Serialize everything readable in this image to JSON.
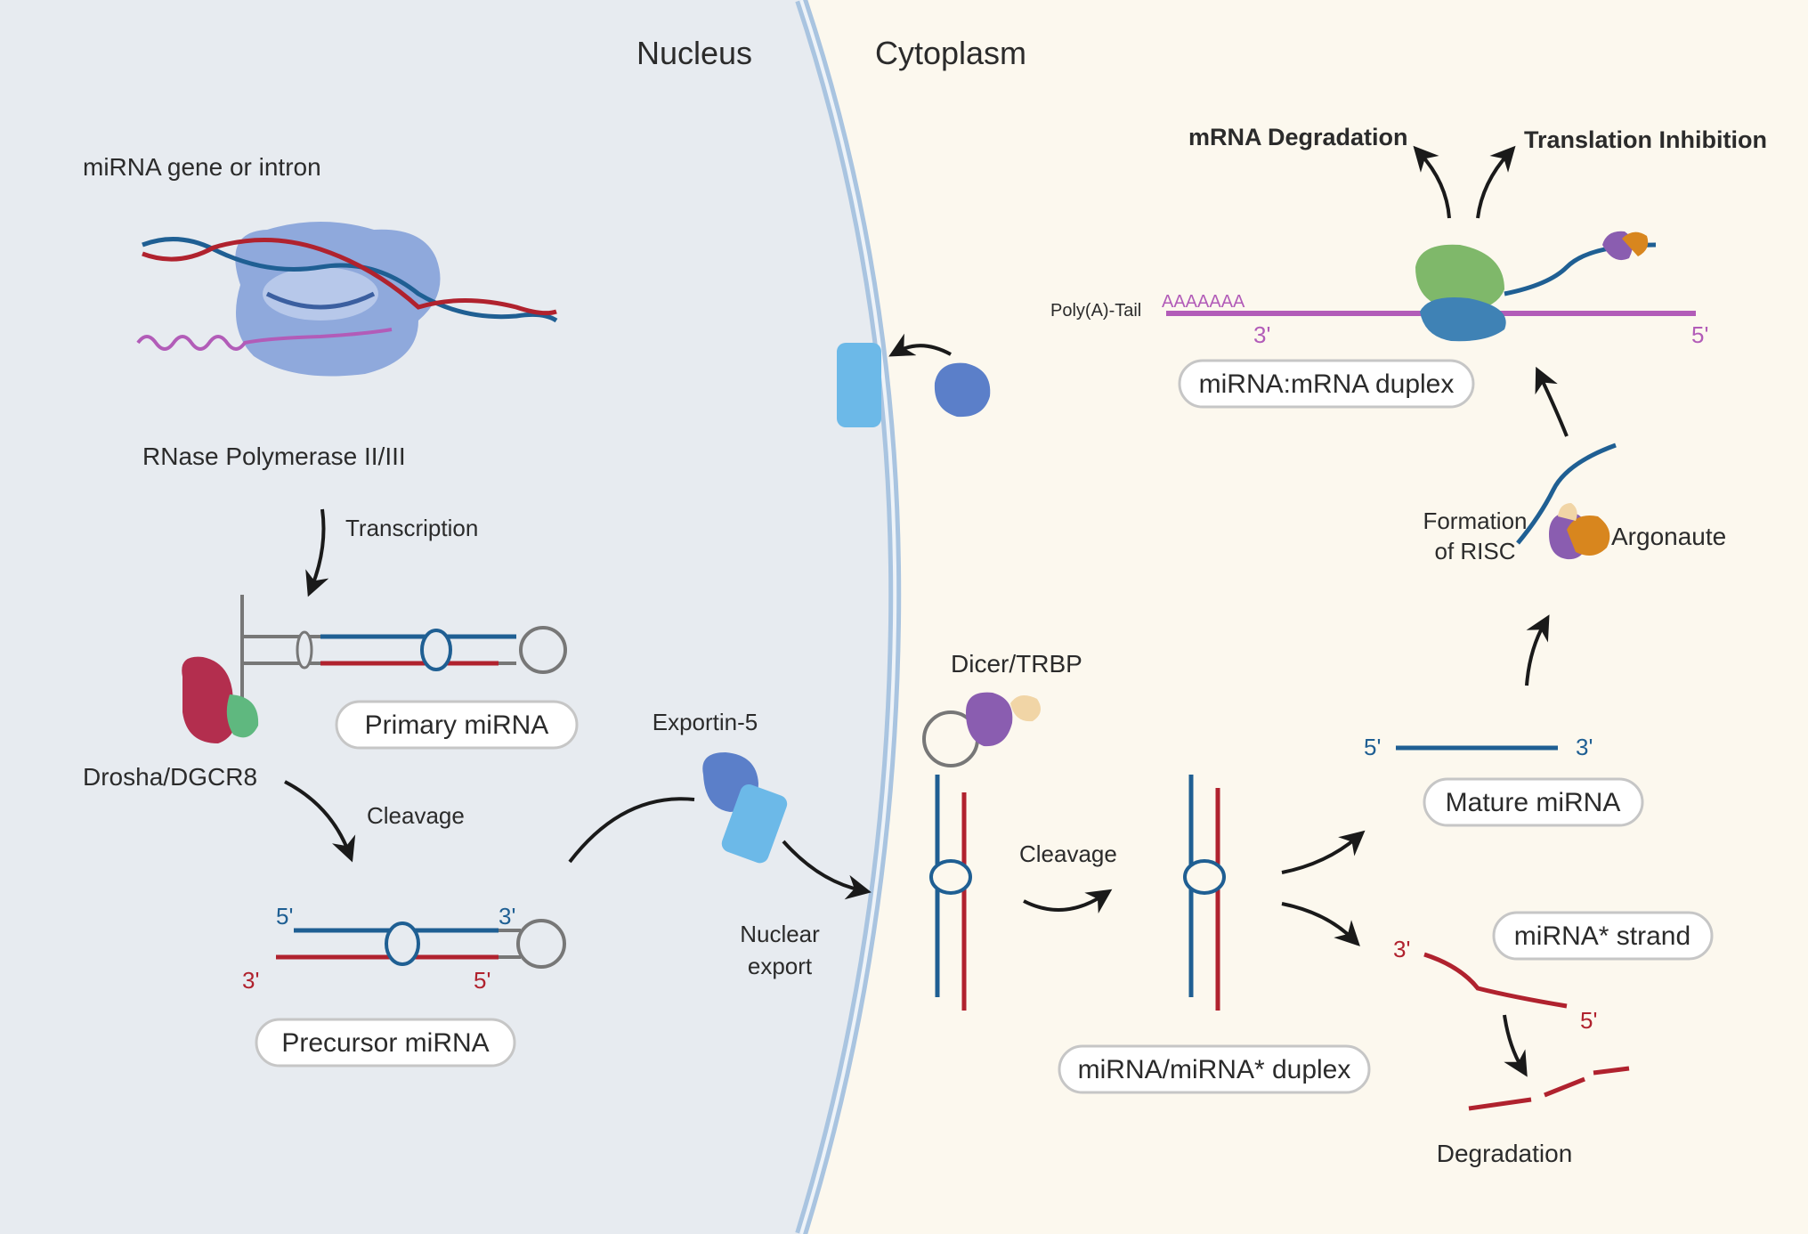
{
  "regions": {
    "nucleus": "Nucleus",
    "cytoplasm": "Cytoplasm"
  },
  "labels": {
    "gene": "miRNA gene or intron",
    "polymerase": "RNase Polymerase II/III",
    "transcription": "Transcription",
    "drosha": "Drosha/DGCR8",
    "cleavage_nucleus": "Cleavage",
    "exportin": "Exportin-5",
    "nuclear_export_1": "Nuclear",
    "nuclear_export_2": "export",
    "dicer": "Dicer/TRBP",
    "cleavage_cytoplasm": "Cleavage",
    "risc_1": "Formation",
    "risc_2": "of RISC",
    "argonaute": "Argonaute",
    "mrna_degradation": "mRNA Degradation",
    "translation_inhibition": "Translation Inhibition",
    "polya": "Poly(A)-Tail",
    "polya_seq": "AAAAAAA",
    "degradation": "Degradation"
  },
  "boxes": {
    "primary": "Primary miRNA",
    "precursor": "Precursor miRNA",
    "duplex": "miRNA/miRNA* duplex",
    "mature": "Mature miRNA",
    "star": "miRNA* strand",
    "mrna_duplex": "miRNA:mRNA duplex"
  },
  "ends": {
    "five": "5'",
    "three": "3'"
  },
  "colors": {
    "nucleus_fill": "#e7ebf0",
    "cytoplasm_fill": "#fcf8ee",
    "membrane": "#a9c4e0",
    "blue_strand": "#1f5f93",
    "red_strand": "#b0222e",
    "purple_strand": "#b25cb8",
    "polymerase": "#8fa9dc",
    "drosha": "#b32e4e",
    "dgcr8": "#5fb87f",
    "exportin": "#5b7fc9",
    "pore": "#6cb9e8",
    "dicer": "#8a5db0",
    "trbp": "#f1d5a6",
    "argonaute": "#d8861e",
    "ribosome_large": "#7fb86a",
    "ribosome_small": "#3f82b5"
  }
}
